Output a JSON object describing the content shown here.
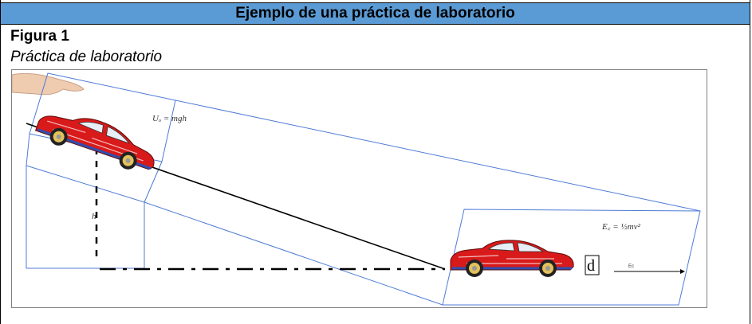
{
  "header": {
    "title": "Ejemplo de una práctica de laboratorio"
  },
  "figure": {
    "label": "Figura 1",
    "caption": "Práctica de laboratorio"
  },
  "diagram": {
    "potential_energy_formula": "Uₒ = mgh",
    "height_label": "h",
    "kinetic_energy_formula": "E꜀ = ½mv²",
    "distance_label": "d",
    "arrow_label": "Ec"
  },
  "colors": {
    "header_bg": "#5b9bd5",
    "car_body": "#d91a1a",
    "plane_outline": "#4f7bd6"
  }
}
